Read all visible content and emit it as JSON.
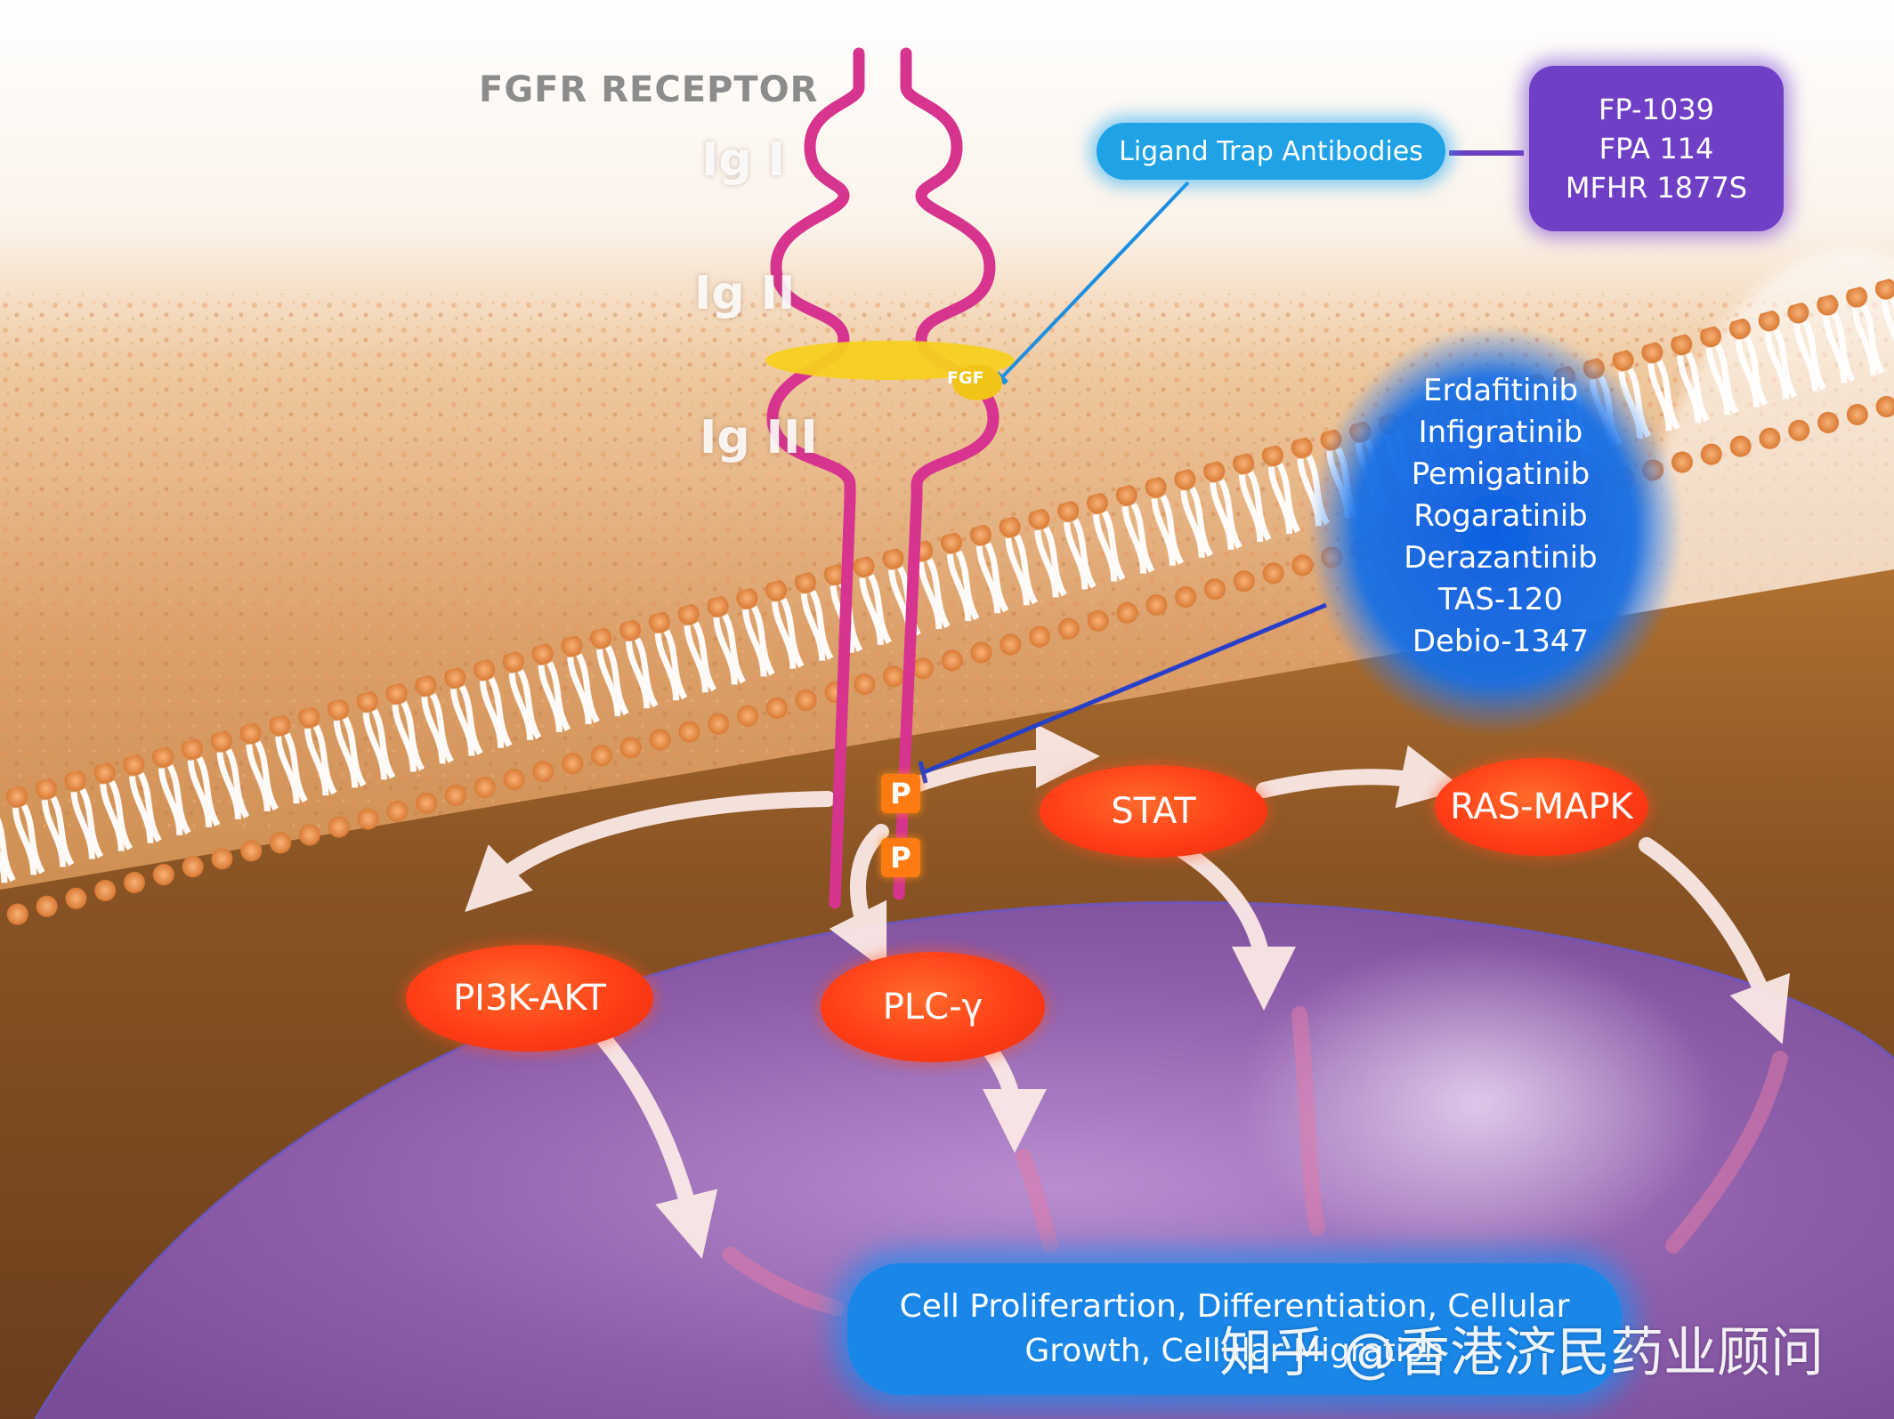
{
  "receptor": {
    "title": "FGFR RECEPTOR",
    "domains": [
      "Ig I",
      "Ig II",
      "Ig III"
    ],
    "ligand": "FGF",
    "phospho_sites": [
      "P",
      "P"
    ]
  },
  "ligand_trap": {
    "label": "Ligand Trap Antibodies",
    "drugs": [
      "FP-1039",
      "FPA 114",
      "MFHR 1877S"
    ]
  },
  "kinase_inhibitors": [
    "Erdafitinib",
    "Infigratinib",
    "Pemigatinib",
    "Rogaratinib",
    "Derazantinib",
    "TAS-120",
    "Debio-1347"
  ],
  "pathways": {
    "stat": "STAT",
    "ras_mapk": "RAS-MAPK",
    "pi3k_akt": "PI3K-AKT",
    "plc_gamma": "PLC-γ"
  },
  "outcome": {
    "line1": "Cell Proliferartion, Differentiation, Cellular",
    "line2": "Growth, Cellular Migration"
  },
  "watermark": "知乎 @香港济民药业顾问",
  "colors": {
    "receptor": "#d6348f",
    "pathway_node": "#ff3d16",
    "ligand_trap": "#1fa2e6",
    "ligand_trap_drugs": "#6f3fc6",
    "kinase_inhibitor_cloud": "#1468e0",
    "outcome": "#1a86e8",
    "fgf_ligand": "#f5d020",
    "phospho": "#ff7a10",
    "cytoplasm": "#8a5aa8",
    "membrane_head": "#e89a55"
  }
}
